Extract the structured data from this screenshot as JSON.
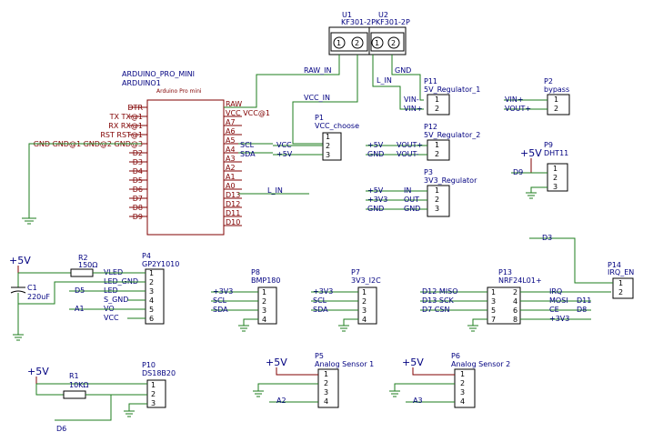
{
  "arduino": {
    "value": "ARDUINO_PRO_MINI",
    "ref": "ARDUINO1",
    "subtitle": "Arduino Pro mini",
    "left_pins": [
      "DTR",
      "TX TX@1",
      "RX RX@1",
      "RST RST@1",
      "GND GND@1 GND@2 GND@3",
      "D2",
      "D3",
      "D4",
      "D5",
      "D6",
      "D7",
      "D8",
      "D9"
    ],
    "right_pins": [
      "RAW",
      "VCC VCC@1",
      "A7",
      "A6",
      "A5",
      "A4",
      "A3",
      "A2",
      "A1",
      "A0",
      "D13",
      "D12",
      "D11",
      "D10"
    ]
  },
  "terminals": {
    "u1_ref": "U1",
    "u2_ref": "U2",
    "value": "KF301-2PKF301-2P",
    "pin1": "1",
    "pin2": "2"
  },
  "nets": {
    "raw_in": "RAW_IN",
    "vcc_in": "VCC_IN",
    "in": "IN",
    "gnd": "GND",
    "scl": "SCL",
    "sda": "SDA",
    "vcc": "VCC",
    "p5v": "+5V",
    "l_in": "L_IN",
    "d9": "D9",
    "d3": "D3",
    "d5": "D5",
    "a1": "A1",
    "a2": "A2",
    "a3": "A3",
    "d6": "D6",
    "p3v3": "+3V3"
  },
  "components": {
    "p1": {
      "ref": "P1",
      "value": "VCC_choose"
    },
    "p11": {
      "ref": "P11",
      "value": "5V_Regulator_1",
      "l1": "VIN-",
      "l2": "VIN+"
    },
    "p2": {
      "ref": "P2",
      "value": "bypass",
      "l1": "VIN+",
      "l2": "VOUT+"
    },
    "p12": {
      "ref": "P12",
      "value": "5V_Regulator_2",
      "l1": "VOUT+",
      "l2": "VOUT-"
    },
    "p9": {
      "ref": "P9",
      "value": "DHT11"
    },
    "p3": {
      "ref": "P3",
      "value": "3V3_Regulator",
      "l1": "IN",
      "l2": "OUT",
      "l3": "GND"
    },
    "p4": {
      "ref": "P4",
      "value": "GP2Y1010",
      "pins": [
        "VLED",
        "LED_GND",
        "LED",
        "S_GND",
        "VO",
        "VCC"
      ]
    },
    "r2": {
      "ref": "R2",
      "value": "150Ω"
    },
    "c1": {
      "ref": "C1",
      "value": "220uF"
    },
    "p8": {
      "ref": "P8",
      "value": "BMP180"
    },
    "p7": {
      "ref": "P7",
      "value": "3V3_I2C"
    },
    "p13": {
      "ref": "P13",
      "value": "NRF24L01+",
      "left": [
        "D12 MISO",
        "D13 SCK",
        "D7   CSN"
      ],
      "right": [
        "IRQ",
        "MOSI",
        "CE",
        "+3V3"
      ],
      "right_nets": [
        "D11",
        "D8"
      ]
    },
    "p14": {
      "ref": "P14",
      "value": "IRQ_EN"
    },
    "p10": {
      "ref": "P10",
      "value": "DS18B20"
    },
    "r1": {
      "ref": "R1",
      "value": "10KΩ"
    },
    "p5": {
      "ref": "P5",
      "value": "Analog Sensor 1"
    },
    "p6": {
      "ref": "P6",
      "value": "Analog Sensor 2"
    }
  },
  "pin_numbers": [
    "1",
    "2",
    "3",
    "4",
    "5",
    "6",
    "7",
    "8"
  ]
}
